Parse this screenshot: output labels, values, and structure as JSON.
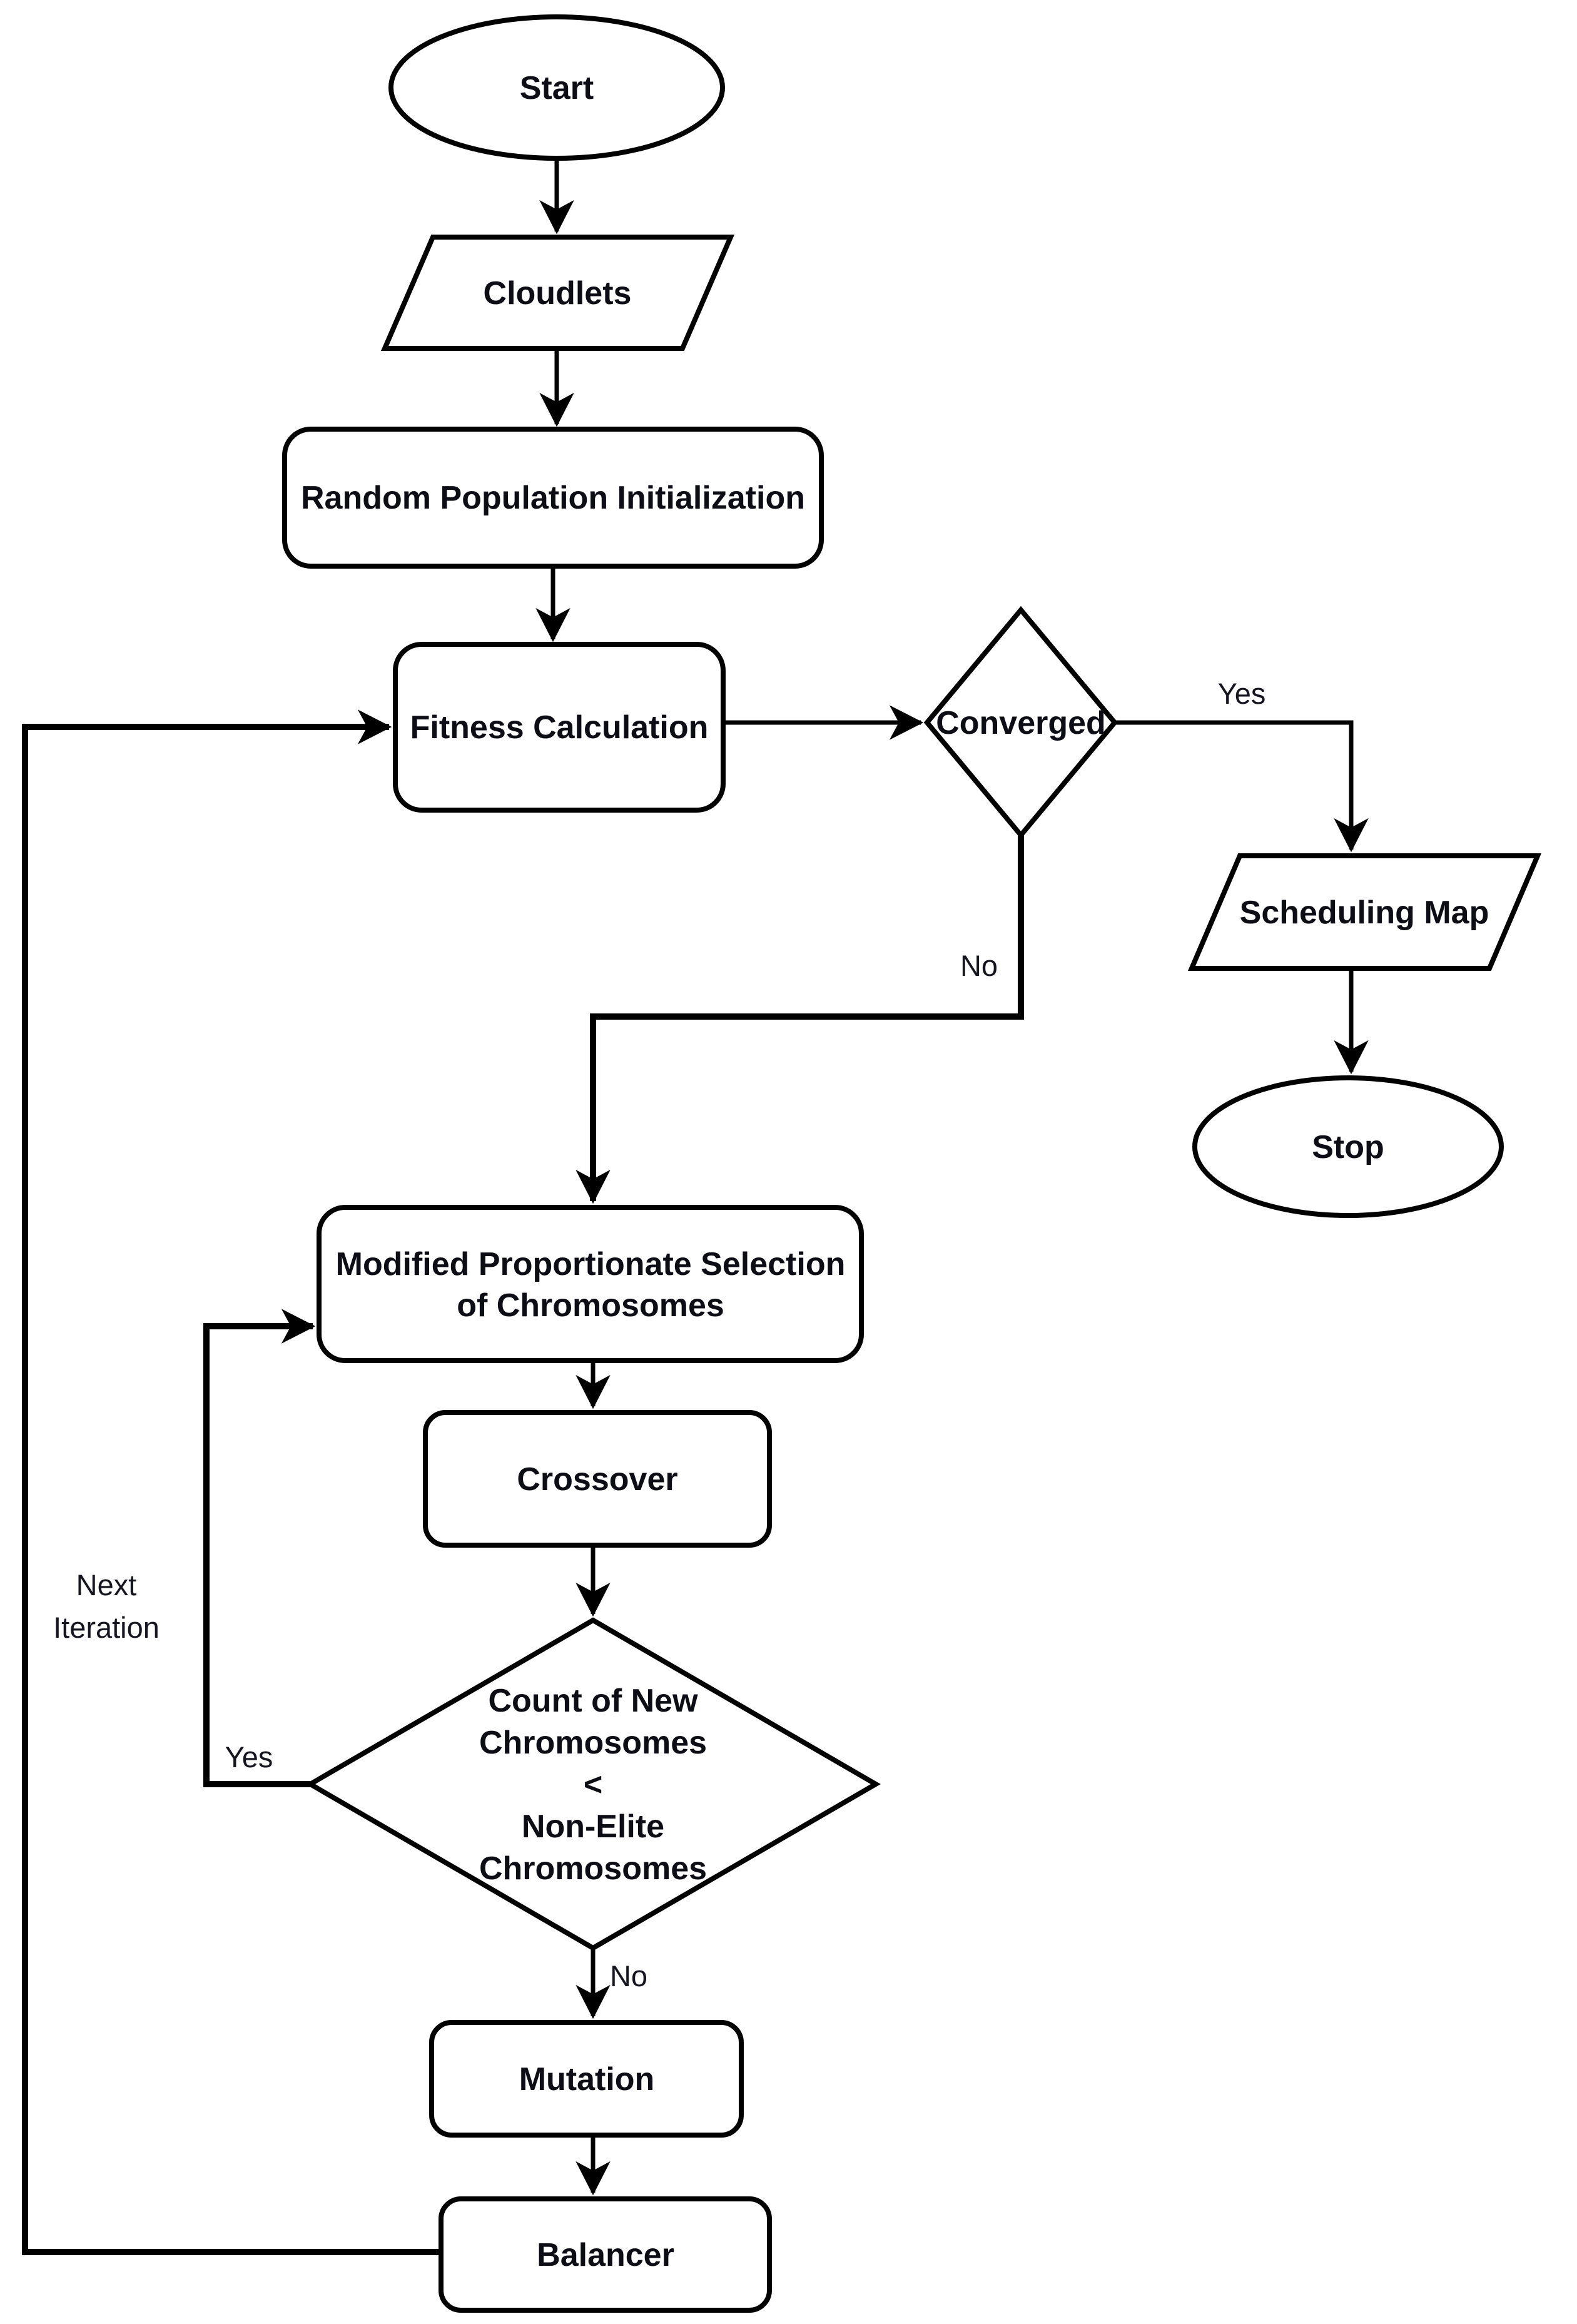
{
  "diagram": {
    "type": "flowchart",
    "nodes": {
      "start": {
        "label": "Start",
        "shape": "terminator"
      },
      "cloudlets": {
        "label": "Cloudlets",
        "shape": "parallelogram"
      },
      "random_population_initialization": {
        "label": "Random Population Initialization",
        "shape": "process"
      },
      "fitness_calculation": {
        "label": "Fitness Calculation",
        "shape": "process"
      },
      "converged": {
        "label": "Converged",
        "shape": "decision"
      },
      "scheduling_map": {
        "label": "Scheduling Map",
        "shape": "parallelogram"
      },
      "stop": {
        "label": "Stop",
        "shape": "terminator"
      },
      "modified_proportionate_selection": {
        "label_lines": [
          "Modified Proportionate Selection",
          "of Chromosomes"
        ],
        "shape": "process"
      },
      "crossover": {
        "label": "Crossover",
        "shape": "process"
      },
      "count_check": {
        "label_lines": [
          "Count of New",
          "Chromosomes",
          "<",
          "Non-Elite",
          "Chromosomes"
        ],
        "shape": "decision"
      },
      "mutation": {
        "label": "Mutation",
        "shape": "process"
      },
      "balancer": {
        "label": "Balancer",
        "shape": "process"
      }
    },
    "edge_labels": {
      "converged_yes": "Yes",
      "converged_no": "No",
      "count_yes": "Yes",
      "count_no": "No",
      "next_iteration": [
        "Next",
        "Iteration"
      ]
    },
    "colors": {
      "stroke": "#000000",
      "text": "#0d0d15",
      "background": "#ffffff"
    }
  }
}
